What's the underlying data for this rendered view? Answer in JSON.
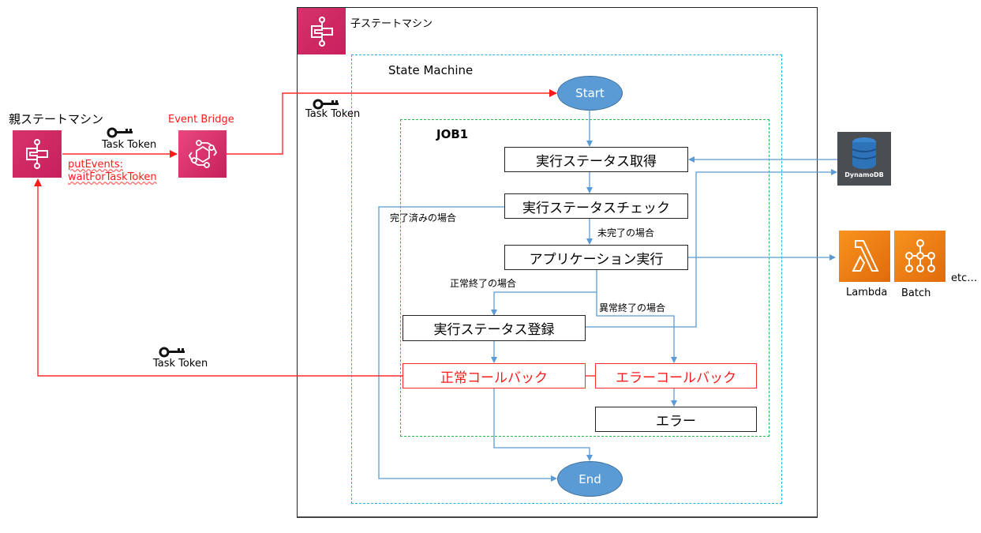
{
  "parent": {
    "title": "親ステートマシン",
    "icon": "step-functions-icon"
  },
  "event_bridge": {
    "title": "Event Bridge",
    "icon": "eventbridge-icon"
  },
  "task_token_label": "Task Token",
  "put_events": {
    "line1": "putEvents:",
    "line2": "waitForTaskToken"
  },
  "child": {
    "title": "子ステートマシン",
    "icon": "step-functions-icon",
    "state_machine_label": "State Machine",
    "job_label": "JOB1"
  },
  "nodes": {
    "start": "Start",
    "end": "End",
    "get_status": "実行ステータス取得",
    "check_status": "実行ステータスチェック",
    "run_app": "アプリケーション実行",
    "register_status": "実行ステータス登録",
    "success_callback": "正常コールバック",
    "error_callback": "エラーコールバック",
    "error": "エラー"
  },
  "conditions": {
    "completed": "完了済みの場合",
    "not_completed": "未完了の場合",
    "normal_end": "正常終了の場合",
    "abnormal_end": "異常終了の場合"
  },
  "services": {
    "dynamodb": "DynamoDB",
    "lambda": "Lambda",
    "batch": "Batch",
    "etc": "etc…"
  },
  "colors": {
    "flow_blue": "#5b9bd5",
    "token_red": "#ff2a2a",
    "step_functions_pink": "#cc2264",
    "compute_orange": "#ed7d14",
    "dynamodb_bg": "#4a4d52",
    "dynamodb_blue": "#2e73b8",
    "state_machine_border": "#1fb5e6",
    "job_border": "#2db84d"
  }
}
